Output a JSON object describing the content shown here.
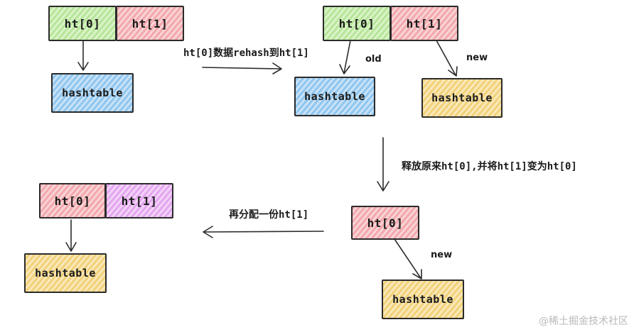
{
  "diagram": {
    "stage1": {
      "slot0": "ht[0]",
      "slot1": "ht[1]",
      "table": "hashtable"
    },
    "arrow1_label": "ht[0]数据rehash到ht[1]",
    "stage2": {
      "slot0": "ht[0]",
      "slot1": "ht[1]",
      "table_old": "hashtable",
      "table_new": "hashtable",
      "old_label": "old",
      "new_label": "new"
    },
    "arrow2_label": "释放原来ht[0],并将ht[1]变为ht[0]",
    "stage3": {
      "slot0": "ht[0]",
      "table": "hashtable",
      "new_label": "new"
    },
    "arrow3_label": "再分配一份ht[1]",
    "stage4": {
      "slot0": "ht[0]",
      "slot1": "ht[1]",
      "table": "hashtable"
    },
    "watermark": "@稀土掘金技术社区"
  },
  "colors": {
    "green": "#b7e59a",
    "pink": "#f2a8ad",
    "purple": "#e3a6ef",
    "blue": "#8fc6ef",
    "yellow": "#f2d17a",
    "ink": "#2b2b2b"
  }
}
